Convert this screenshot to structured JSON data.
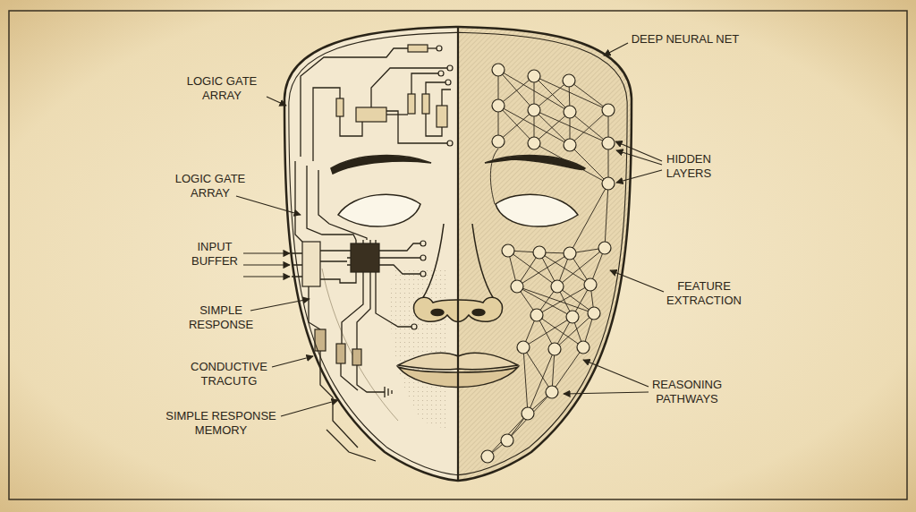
{
  "diagram": {
    "labels": [
      "LOGIC GATE ARRAY",
      "LOGIC GATE ARRAY",
      "INPUT BUFFER",
      "SIMPLE RESPONSE",
      "CONDUCTIVE TRACUTG",
      "SIMPLE RESPONSE MEMORY",
      "DEEP NEURAL NET",
      "HIDDEN LAYERS",
      "FEATURE EXTRACTION",
      "REASONING PATHWAYS"
    ]
  }
}
